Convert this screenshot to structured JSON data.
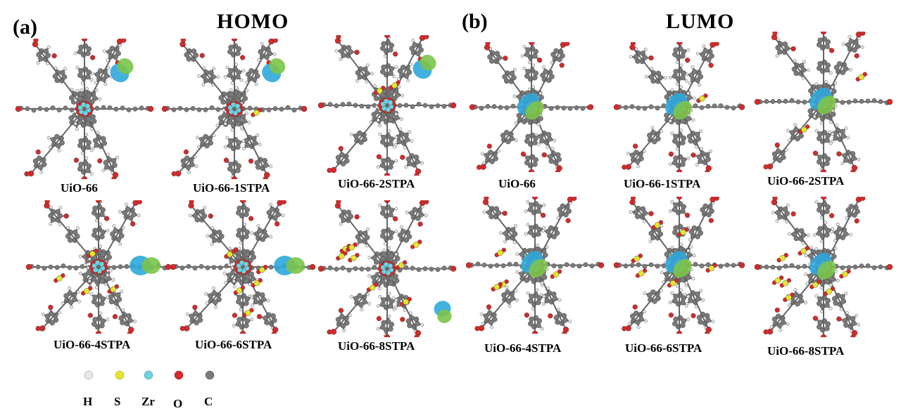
{
  "panel_a": {
    "label": "(a)",
    "title": "HOMO",
    "molecules": [
      {
        "label": "UiO-66",
        "lobe": "upper-right"
      },
      {
        "label": "UiO-66-1STPA",
        "lobe": "upper-right"
      },
      {
        "label": "UiO-66-2STPA",
        "lobe": "upper-right"
      },
      {
        "label": "UiO-66-4STPA",
        "lobe": "right"
      },
      {
        "label": "UiO-66-6STPA",
        "lobe": "right"
      },
      {
        "label": "UiO-66-8STPA",
        "lobe": "lower-right"
      }
    ]
  },
  "panel_b": {
    "label": "(b)",
    "title": "LUMO",
    "molecules": [
      {
        "label": "UiO-66",
        "lobe": "center"
      },
      {
        "label": "UiO-66-1STPA",
        "lobe": "center"
      },
      {
        "label": "UiO-66-2STPA",
        "lobe": "center"
      },
      {
        "label": "UiO-66-4STPA",
        "lobe": "center"
      },
      {
        "label": "UiO-66-6STPA",
        "lobe": "center"
      },
      {
        "label": "UiO-66-8STPA",
        "lobe": "center"
      }
    ]
  },
  "legend": [
    {
      "symbol": "H",
      "color": "#e8e8e8"
    },
    {
      "symbol": "S",
      "color": "#e6e62e"
    },
    {
      "symbol": "Zr",
      "color": "#6fd3e0"
    },
    {
      "symbol": "O",
      "color": "#d42a2a"
    },
    {
      "symbol": "C",
      "color": "#7a7a7a"
    }
  ],
  "colors": {
    "orbital_positive": "#2fa8dc",
    "orbital_negative": "#7cc44a",
    "carbon": "#7a7a7a",
    "oxygen": "#d42a2a",
    "hydrogen": "#e8e8e8",
    "sulfur": "#e6e62e",
    "zirconium": "#6fd3e0"
  }
}
